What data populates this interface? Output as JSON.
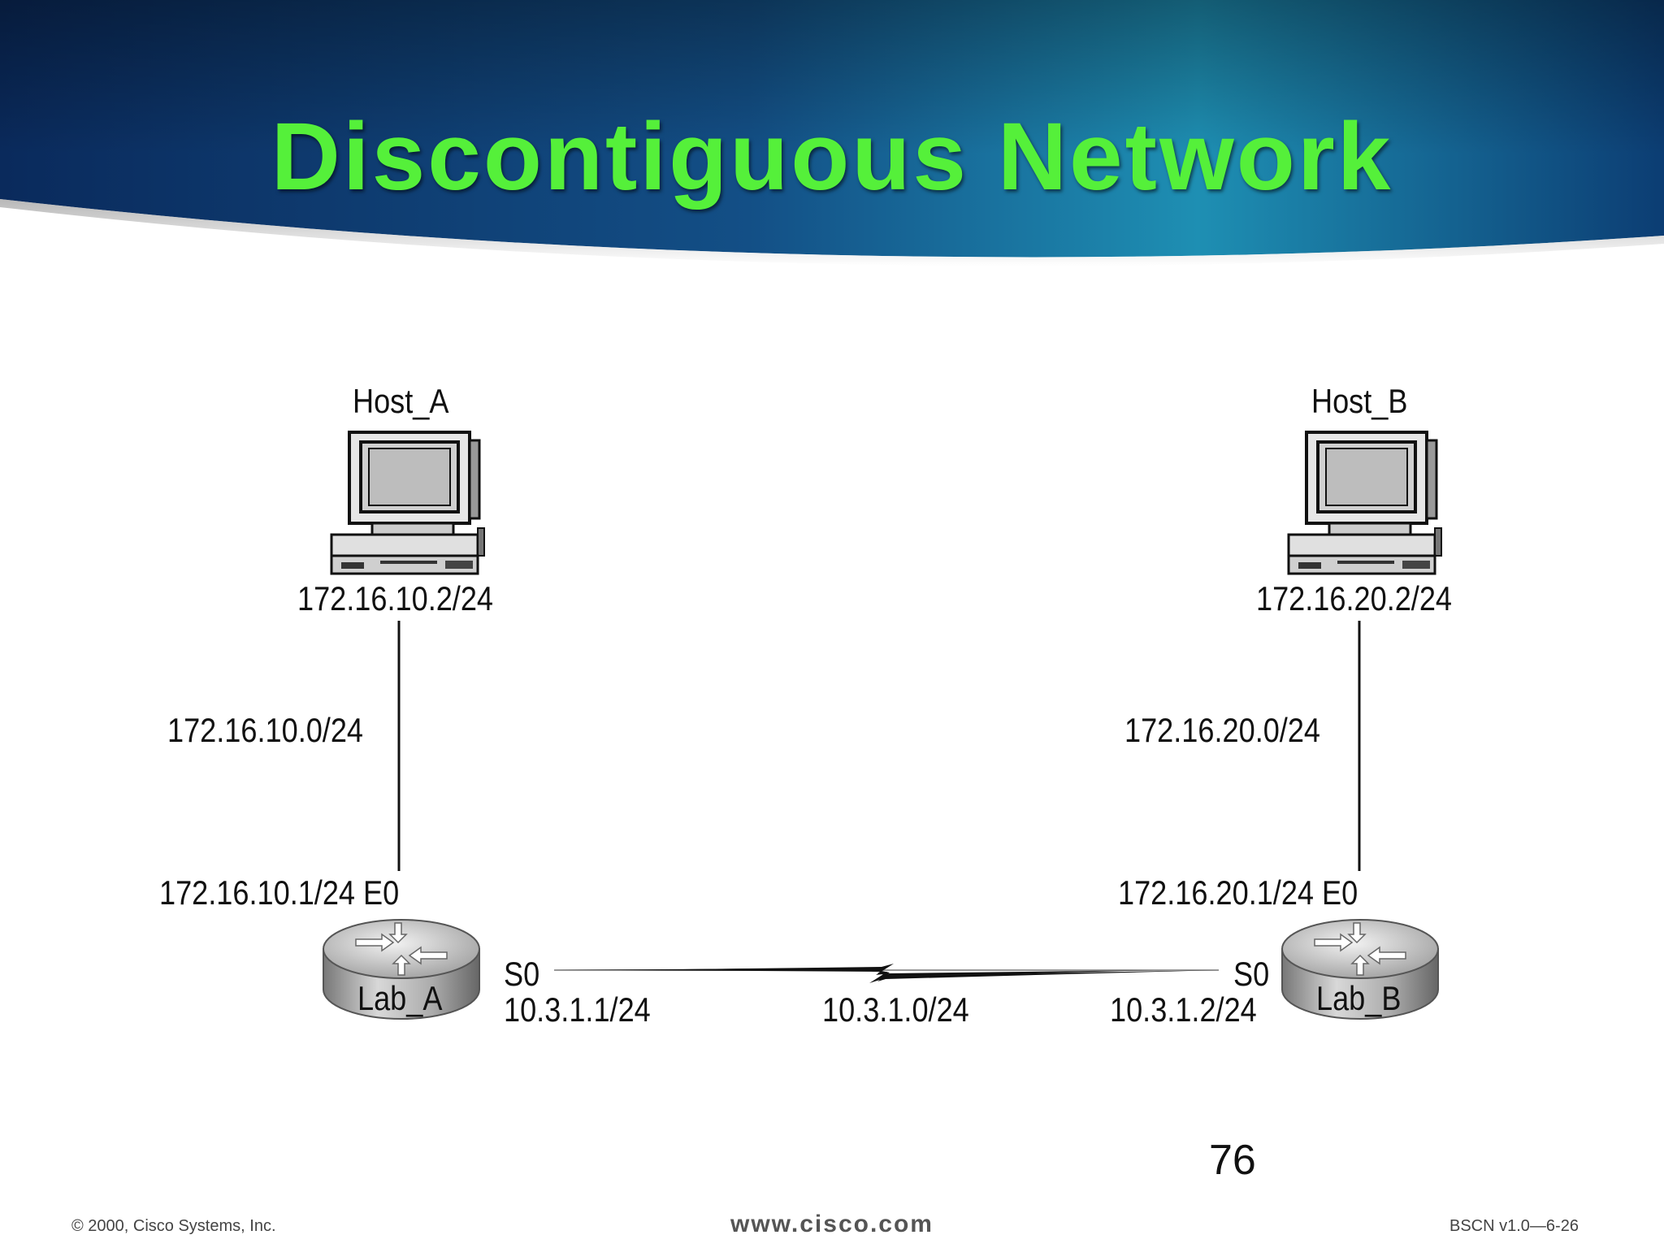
{
  "slide": {
    "title": "Discontiguous Network",
    "page_number": "76",
    "footer_left": "© 2000, Cisco Systems, Inc.",
    "footer_center": "www.cisco.com",
    "footer_right": "BSCN v1.0—6-26"
  },
  "diagram": {
    "host_a": {
      "name": "Host_A",
      "ip": "172.16.10.2/24"
    },
    "host_b": {
      "name": "Host_B",
      "ip": "172.16.20.2/24"
    },
    "network_a": "172.16.10.0/24",
    "network_b": "172.16.20.0/24",
    "router_a": {
      "name": "Lab_A",
      "e0": "172.16.10.1/24 E0",
      "s0_label": "S0",
      "s0_ip": "10.3.1.1/24"
    },
    "router_b": {
      "name": "Lab_B",
      "e0": "172.16.20.1/24 E0",
      "s0_label": "S0",
      "s0_ip": "10.3.1.2/24"
    },
    "serial_network": "10.3.1.0/24"
  },
  "colors": {
    "title": "#55f03a",
    "banner_dark": "#0a2a5c",
    "banner_light": "#1e8fb3"
  }
}
